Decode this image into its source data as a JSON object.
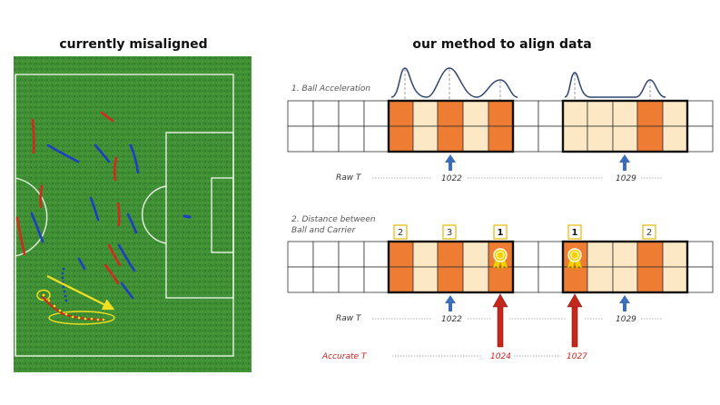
{
  "titles": {
    "left": "currently misaligned",
    "right": "our method to align data"
  },
  "section1": {
    "label": "1. Ball Acceleration",
    "raw_label": "Raw T",
    "raw_values": [
      "1022",
      "1029"
    ]
  },
  "section2": {
    "label_line1": "2. Distance between",
    "label_line2": "Ball and Carrier",
    "ranks": [
      "2",
      "3",
      "1",
      "1",
      "2"
    ],
    "raw_label": "Raw T",
    "raw_values": [
      "1022",
      "1029"
    ],
    "accurate_label": "Accurate T",
    "accurate_values": [
      "1024",
      "1027"
    ]
  },
  "colors": {
    "pitch": "#3e8f33",
    "team_red": "#d42a1e",
    "team_blue": "#1c3fc4",
    "highlight": "#f0e020",
    "cell_dark": "#ee7d33",
    "cell_light": "#fce8c4",
    "arrow_blue": "#3d6cb8",
    "arrow_red": "#c4271c",
    "rank_box": "#e6b800"
  },
  "icons": [
    "award-ribbon-icon",
    "award-ribbon-icon"
  ]
}
